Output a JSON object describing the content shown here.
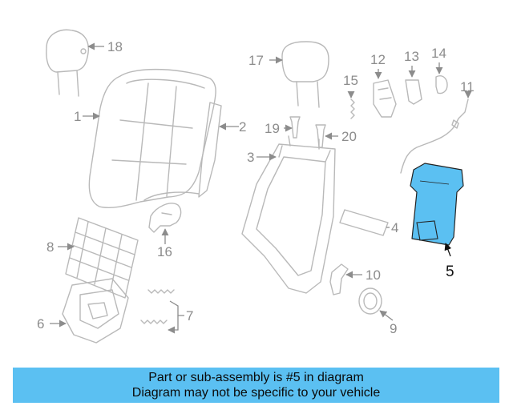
{
  "diagram": {
    "callouts": [
      "1",
      "2",
      "3",
      "4",
      "5",
      "6",
      "7",
      "8",
      "9",
      "10",
      "11",
      "12",
      "13",
      "14",
      "15",
      "16",
      "17",
      "18",
      "19",
      "20"
    ],
    "highlighted_part": "5",
    "highlight_color": "#5bc0f2",
    "line_color": "#b9b9b9"
  },
  "banner": {
    "line1": "Part or sub-assembly is #5 in diagram",
    "line2": "Diagram may not be specific to your vehicle",
    "background": "#5bc0f2"
  }
}
